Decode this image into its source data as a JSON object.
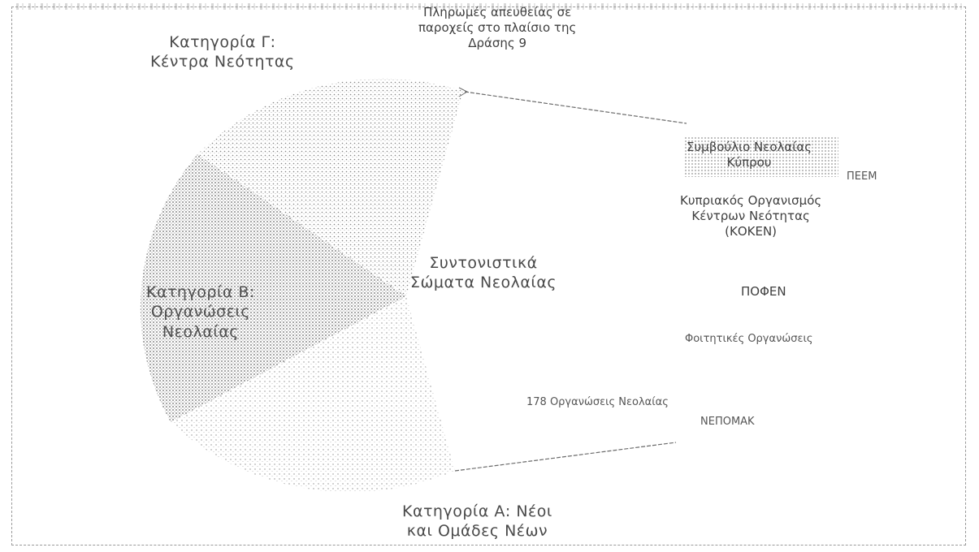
{
  "diagram": {
    "top_note": [
      "Πληρωμές απευθείας σε",
      "παροχείς στο πλαίσιο της",
      "Δράσης 9"
    ],
    "cat_c": [
      "Κατηγορία Γ:",
      "Κέντρα Νεότητας"
    ],
    "cat_b": [
      "Κατηγορία Β:",
      "Οργανώσεις",
      "Νεολαίας"
    ],
    "cat_a": [
      "Κατηγορία Α: Νέοι",
      "και Ομάδες Νέων"
    ],
    "center": [
      "Συντονιστικά",
      "Σώματα Νεολαίας"
    ],
    "right_items": {
      "council": [
        "Συμβούλιο Νεολαίας",
        "Κύπρου"
      ],
      "peem": "ΠΕΕΜ",
      "koken": [
        "Κυπριακός Οργανισμός",
        "Κέντρων Νεότητας",
        "(ΚΟΚΕΝ)"
      ],
      "pofen": "ΠΟΦΕΝ",
      "students": "Φοιτητικές Οργανώσεις",
      "orgs": "178 Οργανώσεις Νεολαίας",
      "nepomak": "ΝΕΠΟΜΑΚ"
    },
    "colors": {
      "dots": "#555555",
      "lines": "#6a6a6a",
      "border": "#9a9a9a"
    }
  }
}
